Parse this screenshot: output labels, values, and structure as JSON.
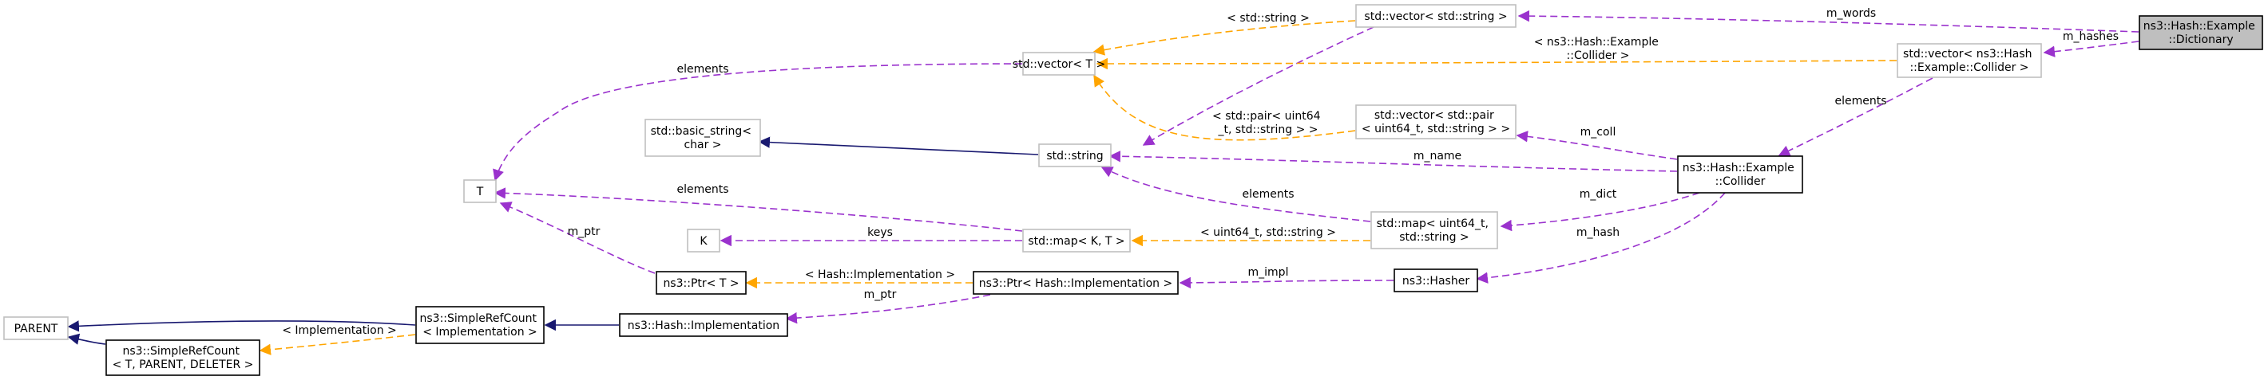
{
  "colors": {
    "composition": "#9a32cd",
    "template": "#ffa500",
    "inheritance": "#191970",
    "node_border": "#000000",
    "undocumented_border": "#bfbfbf",
    "focus_fill": "#bfbfbf"
  },
  "nodes": {
    "dictionary": {
      "lines": [
        "ns3::Hash::Example",
        "::Dictionary"
      ]
    },
    "vector_string": {
      "lines": [
        "std::vector< std::string >"
      ]
    },
    "vector_collider": {
      "lines": [
        "std::vector< ns3::Hash",
        "::Example::Collider >"
      ]
    },
    "vector_t": {
      "lines": [
        "std::vector< T >"
      ]
    },
    "basic_string": {
      "lines": [
        "std::basic_string<",
        "char >"
      ]
    },
    "std_string": {
      "lines": [
        "std::string"
      ]
    },
    "vector_pair": {
      "lines": [
        "std::vector< std::pair",
        "< uint64_t, std::string > >"
      ]
    },
    "collider": {
      "lines": [
        "ns3::Hash::Example",
        "::Collider"
      ]
    },
    "t": {
      "lines": [
        "T"
      ]
    },
    "k": {
      "lines": [
        "K"
      ]
    },
    "map_kt": {
      "lines": [
        "std::map< K, T >"
      ]
    },
    "map_uint": {
      "lines": [
        "std::map< uint64_t,",
        "std::string >"
      ]
    },
    "ptr_t": {
      "lines": [
        "ns3::Ptr< T >"
      ]
    },
    "ptr_hash": {
      "lines": [
        "ns3::Ptr< Hash::Implementation >"
      ]
    },
    "hasher": {
      "lines": [
        "ns3::Hasher"
      ]
    },
    "parent": {
      "lines": [
        "PARENT"
      ]
    },
    "simple_impl": {
      "lines": [
        "ns3::SimpleRefCount",
        "< Implementation >"
      ]
    },
    "hash_impl": {
      "lines": [
        "ns3::Hash::Implementation"
      ]
    },
    "simple_tpd": {
      "lines": [
        "ns3::SimpleRefCount",
        "< T, PARENT, DELETER >"
      ]
    }
  },
  "edges": {
    "m_words": {
      "lines": [
        "m_words"
      ]
    },
    "m_hashes": {
      "lines": [
        "m_hashes"
      ]
    },
    "vs_std_string": {
      "lines": [
        "< std::string >"
      ]
    },
    "vc_collider": {
      "lines": [
        "< ns3::Hash::Example",
        "::Collider >"
      ]
    },
    "vc_elements": {
      "lines": [
        "elements"
      ]
    },
    "vt_elements": {
      "lines": [
        "elements"
      ]
    },
    "vp_pair": {
      "lines": [
        "< std::pair< uint64",
        "_t, std::string > >"
      ]
    },
    "m_coll": {
      "lines": [
        "m_coll"
      ]
    },
    "m_name": {
      "lines": [
        "m_name"
      ]
    },
    "m_dict": {
      "lines": [
        "m_dict"
      ]
    },
    "m_hash": {
      "lines": [
        "m_hash"
      ]
    },
    "mkt_elements": {
      "lines": [
        "elements"
      ]
    },
    "map_elements": {
      "lines": [
        "elements"
      ]
    },
    "keys": {
      "lines": [
        "keys"
      ]
    },
    "map_uint_tpl": {
      "lines": [
        "< uint64_t, std::string >"
      ]
    },
    "m_ptr_t": {
      "lines": [
        "m_ptr"
      ]
    },
    "ptr_hash_tpl": {
      "lines": [
        "< Hash::Implementation >"
      ]
    },
    "m_ptr_hash": {
      "lines": [
        "m_ptr"
      ]
    },
    "m_impl": {
      "lines": [
        "m_impl"
      ]
    },
    "impl_tpl": {
      "lines": [
        "< Implementation >"
      ]
    }
  }
}
